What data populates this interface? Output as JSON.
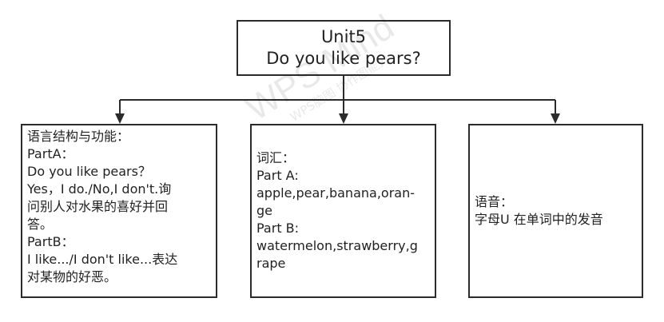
{
  "diagram": {
    "root": {
      "line1": "Unit5",
      "line2": "Do you like pears?"
    },
    "children": [
      {
        "lines": [
          "语言结构与功能：",
          "PartA：",
          "Do you like pears？",
          "Yes，I do./No,I don't.询",
          "问别人对水果的喜好并回",
          "答。",
          "PartB：",
          "I like.../I don't like...表达",
          "对某物的好恶。"
        ]
      },
      {
        "lines": [
          "词汇：",
          "Part A:",
          "apple,pear,banana,oran-",
          "ge",
          "Part B:",
          "watermelon,strawberry,g",
          "rape"
        ]
      },
      {
        "lines": [
          "语音：",
          "字母U 在单词中的发音"
        ]
      }
    ]
  },
  "watermark": {
    "brand": "WPS Mind",
    "caption": "WPS脑图 协作图能力"
  },
  "colors": {
    "line": "#2b2b2b",
    "text": "#222222"
  }
}
